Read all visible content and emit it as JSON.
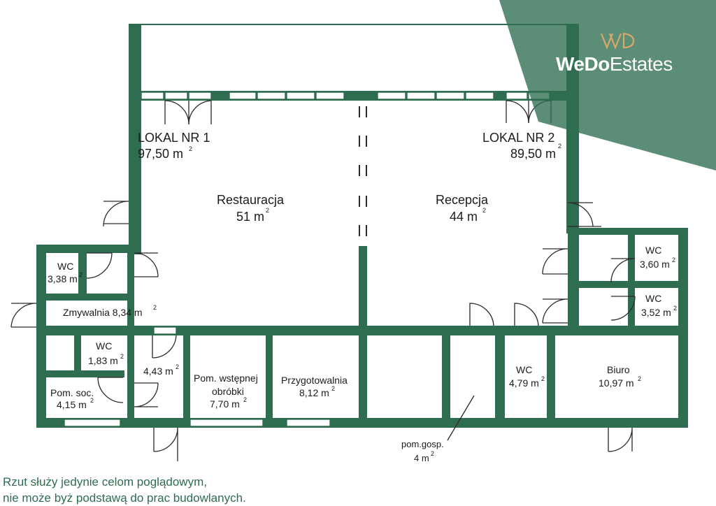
{
  "brand": {
    "name_bold": "WeDo",
    "name_rest": "Estates",
    "color": "#2e6d4f"
  },
  "rooms": {
    "lokal1": {
      "name": "LOKAL NR 1",
      "area": "97,50 m",
      "exp": "2"
    },
    "lokal2": {
      "name": "LOKAL NR 2",
      "area": "89,50 m",
      "exp": "2"
    },
    "restauracja": {
      "name": "Restauracja",
      "area": "51 m",
      "exp": "2"
    },
    "recepcja": {
      "name": "Recepcja",
      "area": "44 m",
      "exp": "2"
    },
    "wc_left": {
      "name": "WC",
      "area": "3,38 m",
      "exp": "2"
    },
    "zmywalnia": {
      "name": "Zmywalnia 8,34 m",
      "exp": "2"
    },
    "wc_small": {
      "name": "WC",
      "area": "1,83 m",
      "exp": "2"
    },
    "pom_soc": {
      "name": "Pom. soc.",
      "area": "4,15 m",
      "exp": "2"
    },
    "room443": {
      "area": "4,43 m",
      "exp": "2"
    },
    "obrobka": {
      "line1": "Pom. wstępnej",
      "line2": "obróbki",
      "area": "7,70 m",
      "exp": "2"
    },
    "przygotowalnia": {
      "name": "Przygotowalnia",
      "area": "8,12 m",
      "exp": "2"
    },
    "pom_gosp": {
      "name": "pom.gosp.",
      "area": "4 m",
      "exp": "2"
    },
    "wc479": {
      "name": "WC",
      "area": "4,79 m",
      "exp": "2"
    },
    "biuro": {
      "name": "Biuro",
      "area": "10,97 m",
      "exp": "2"
    },
    "wc360": {
      "name": "WC",
      "area": "3,60 m",
      "exp": "2"
    },
    "wc352": {
      "name": "WC",
      "area": "3,52 m",
      "exp": "2"
    }
  },
  "disclaimer": {
    "line1": "Rzut służy jedynie celom poglądowym,",
    "line2": "nie może byż podstawą do prac budowlanych."
  }
}
